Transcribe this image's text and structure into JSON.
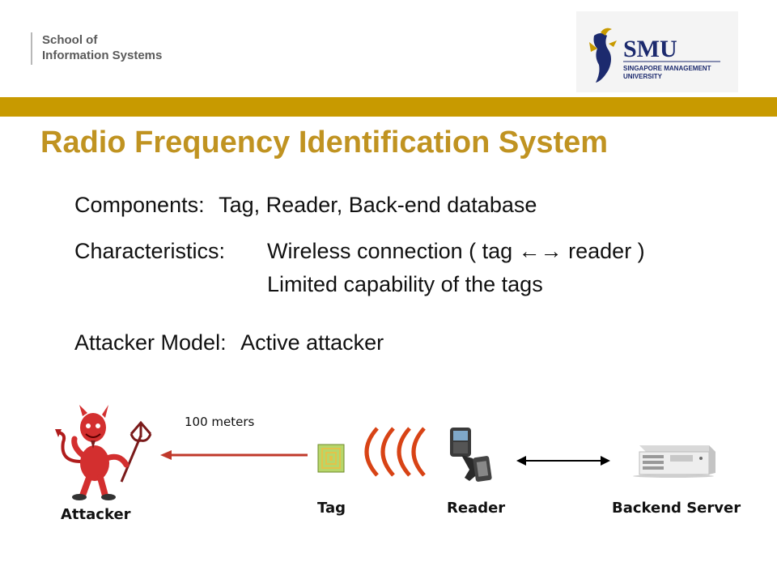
{
  "header": {
    "school_line1": "School of",
    "school_line2": "Information Systems",
    "logo_main": "SMU",
    "logo_sub1": "SINGAPORE MANAGEMENT",
    "logo_sub2": "UNIVERSITY"
  },
  "slide": {
    "title": "Radio Frequency Identification  System",
    "components_label": "Components:",
    "components_value": "Tag, Reader, Back-end database",
    "characteristics_label": "Characteristics:",
    "characteristics_line1": "Wireless connection ( tag ←→ reader )",
    "characteristics_line2": "Limited capability of the tags",
    "attacker_label": "Attacker Model:",
    "attacker_value": "Active attacker"
  },
  "diagram": {
    "distance": "100 meters",
    "attacker": "Attacker",
    "tag": "Tag",
    "reader": "Reader",
    "server": "Backend  Server",
    "colors": {
      "arrow_red": "#c0392b",
      "wave_red": "#d84315",
      "gold": "#c89a00"
    }
  }
}
